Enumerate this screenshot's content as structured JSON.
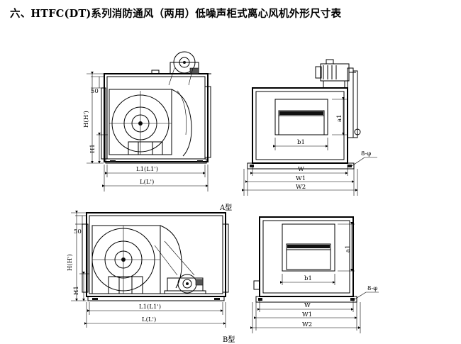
{
  "title": "六、HTFC(DT)系列消防通风（两用）低噪声柜式离心风机外形尺寸表",
  "diagram_a": {
    "type_label": "A型",
    "dim_50": "50",
    "dim_h": "H(H')",
    "dim_h1": "H1",
    "dim_l1": "L1(L1')",
    "dim_l": "L(L')",
    "dim_a1": "a1",
    "dim_b1": "b1",
    "dim_holes": "8-φ",
    "dim_w": "W",
    "dim_w1": "W1",
    "dim_w2": "W2"
  },
  "diagram_b": {
    "type_label": "B型",
    "dim_50": "50",
    "dim_h": "H(H')",
    "dim_h1": "H1",
    "dim_l1": "L1(L1')",
    "dim_l": "L(L')",
    "dim_a1": "a1",
    "dim_b1": "b1",
    "dim_holes": "8-φ",
    "dim_w": "W",
    "dim_w1": "W1",
    "dim_w2": "W2"
  }
}
